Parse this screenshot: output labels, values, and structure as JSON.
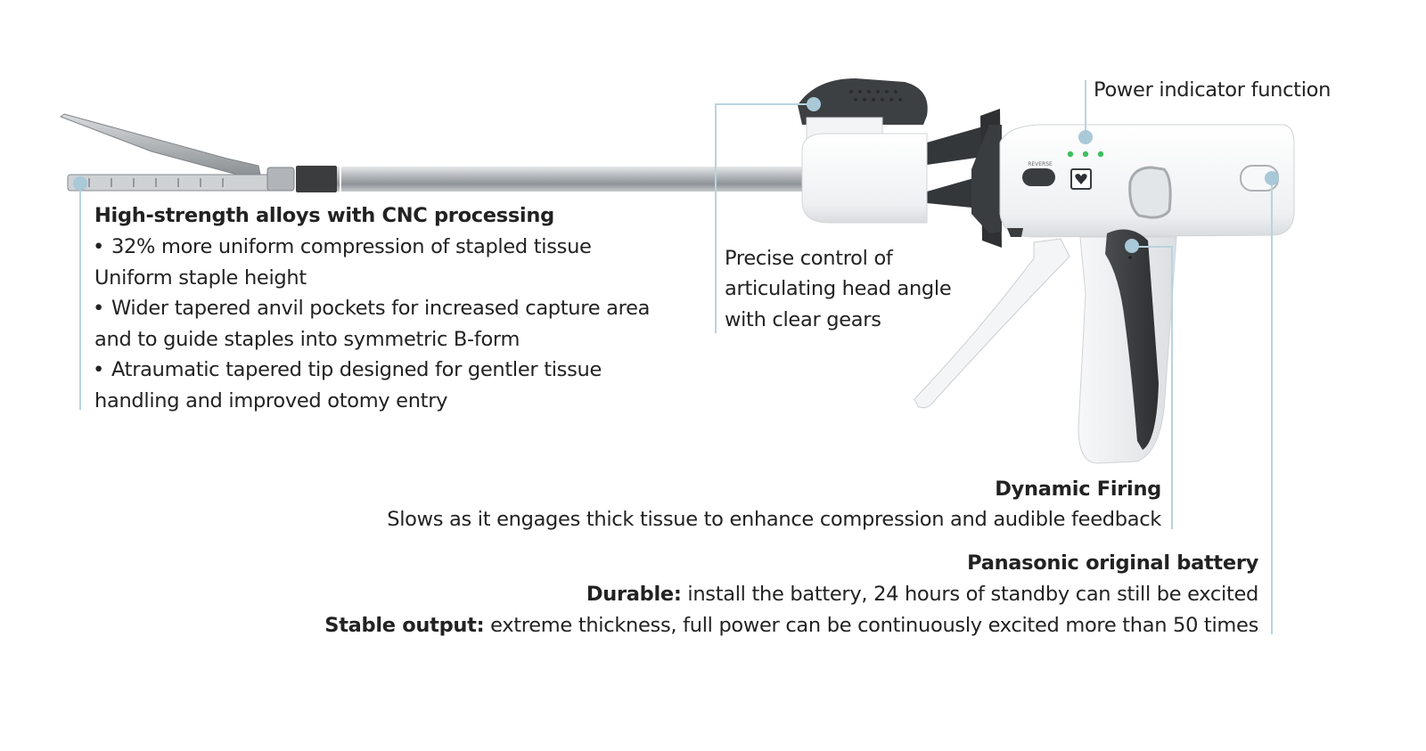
{
  "accent_color": "#a9c8d8",
  "callouts": {
    "jaw": {
      "title": "High-strength alloys with CNC processing",
      "lines": [
        "32% more uniform compression of stapled tissue",
        "Uniform staple height",
        "Wider tapered anvil pockets for increased capture area",
        "and to guide staples into symmetric B-form",
        "Atraumatic tapered tip designed for gentler tissue",
        "handling and improved otomy entry"
      ]
    },
    "articulation": {
      "lines": [
        "Precise control of",
        "articulating head angle",
        "with clear gears"
      ]
    },
    "power": {
      "title": "Power indicator function"
    },
    "firing": {
      "title": "Dynamic Firing",
      "text": "Slows as it engages thick tissue to enhance compression and audible feedback"
    },
    "battery": {
      "title": "Panasonic original battery",
      "durable_label": "Durable:",
      "durable_text": "install the battery, 24 hours of standby can still be excited",
      "stable_label": "Stable output:",
      "stable_text": "extreme thickness, full power can be continuously excited more than 50 times"
    }
  },
  "device": {
    "reverse_label": "REVERSE",
    "indicator_color": "#3fbf5f"
  }
}
